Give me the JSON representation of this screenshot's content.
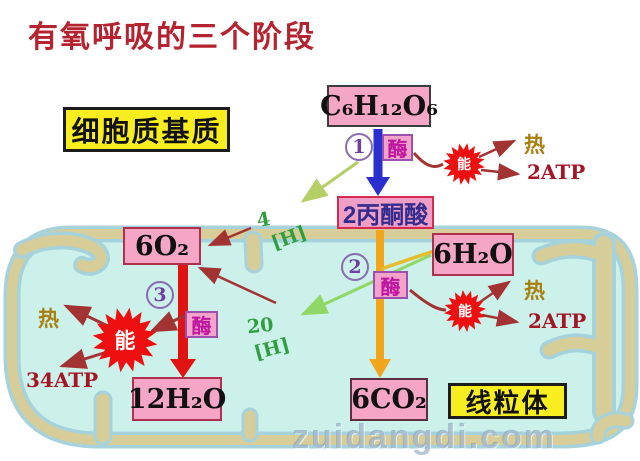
{
  "title": {
    "text": "有氧呼吸的三个阶段"
  },
  "regions": {
    "cytoplasm": "细胞质基质",
    "mitochondrion": "线粒体"
  },
  "molecules": {
    "glucose": "C₆H₁₂O₆",
    "pyruvate": "2丙酮酸",
    "oxygen": "6O₂",
    "water_in": "6H₂O",
    "water_out": "12H₂O",
    "co2": "6CO₂"
  },
  "stages": {
    "s1": "1",
    "s2": "2",
    "s3": "3"
  },
  "enzyme": {
    "label": "酶"
  },
  "energy": {
    "label": "能"
  },
  "heat": {
    "label": "热"
  },
  "atp": {
    "stage1": "2ATP",
    "stage2": "2ATP",
    "stage3": "34ATP"
  },
  "hydrogen": {
    "count1": "4",
    "count2": "20",
    "symbol": "[H]"
  },
  "watermark": {
    "text": "zuidangdi.com"
  },
  "colors": {
    "title_red": "#b4232f",
    "box_pink": "#f5a6c6",
    "box_yellow": "#f8ed1f",
    "starburst_red": "#ee1010",
    "arrow_blue": "#2a2fd0",
    "arrow_orange": "#f3a41d",
    "arrow_red": "#e01212",
    "membrane_tan": "#d6cd98",
    "matrix_cyan": "#cbf1ea",
    "h_green": "#2f9e3e"
  }
}
